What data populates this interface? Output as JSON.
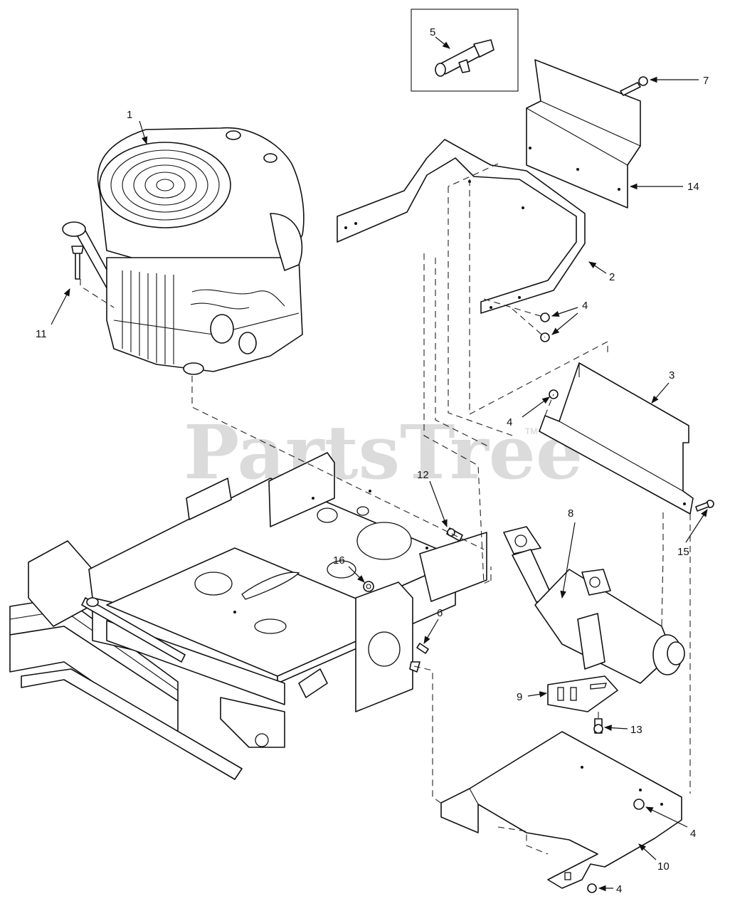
{
  "callouts": {
    "c1": "1",
    "c2": "2",
    "c3": "3",
    "c4a": "4",
    "c4b": "4",
    "c4c": "4",
    "c4d": "4",
    "c5": "5",
    "c6": "6",
    "c7": "7",
    "c8": "8",
    "c9": "9",
    "c10": "10",
    "c11": "11",
    "c12": "12",
    "c13": "13",
    "c14": "14",
    "c15": "15",
    "c16": "16"
  },
  "watermark": {
    "text": "PartsTree",
    "tm": "TM"
  },
  "colors": {
    "line": "#111111",
    "watermark": "#cfcfcf"
  }
}
